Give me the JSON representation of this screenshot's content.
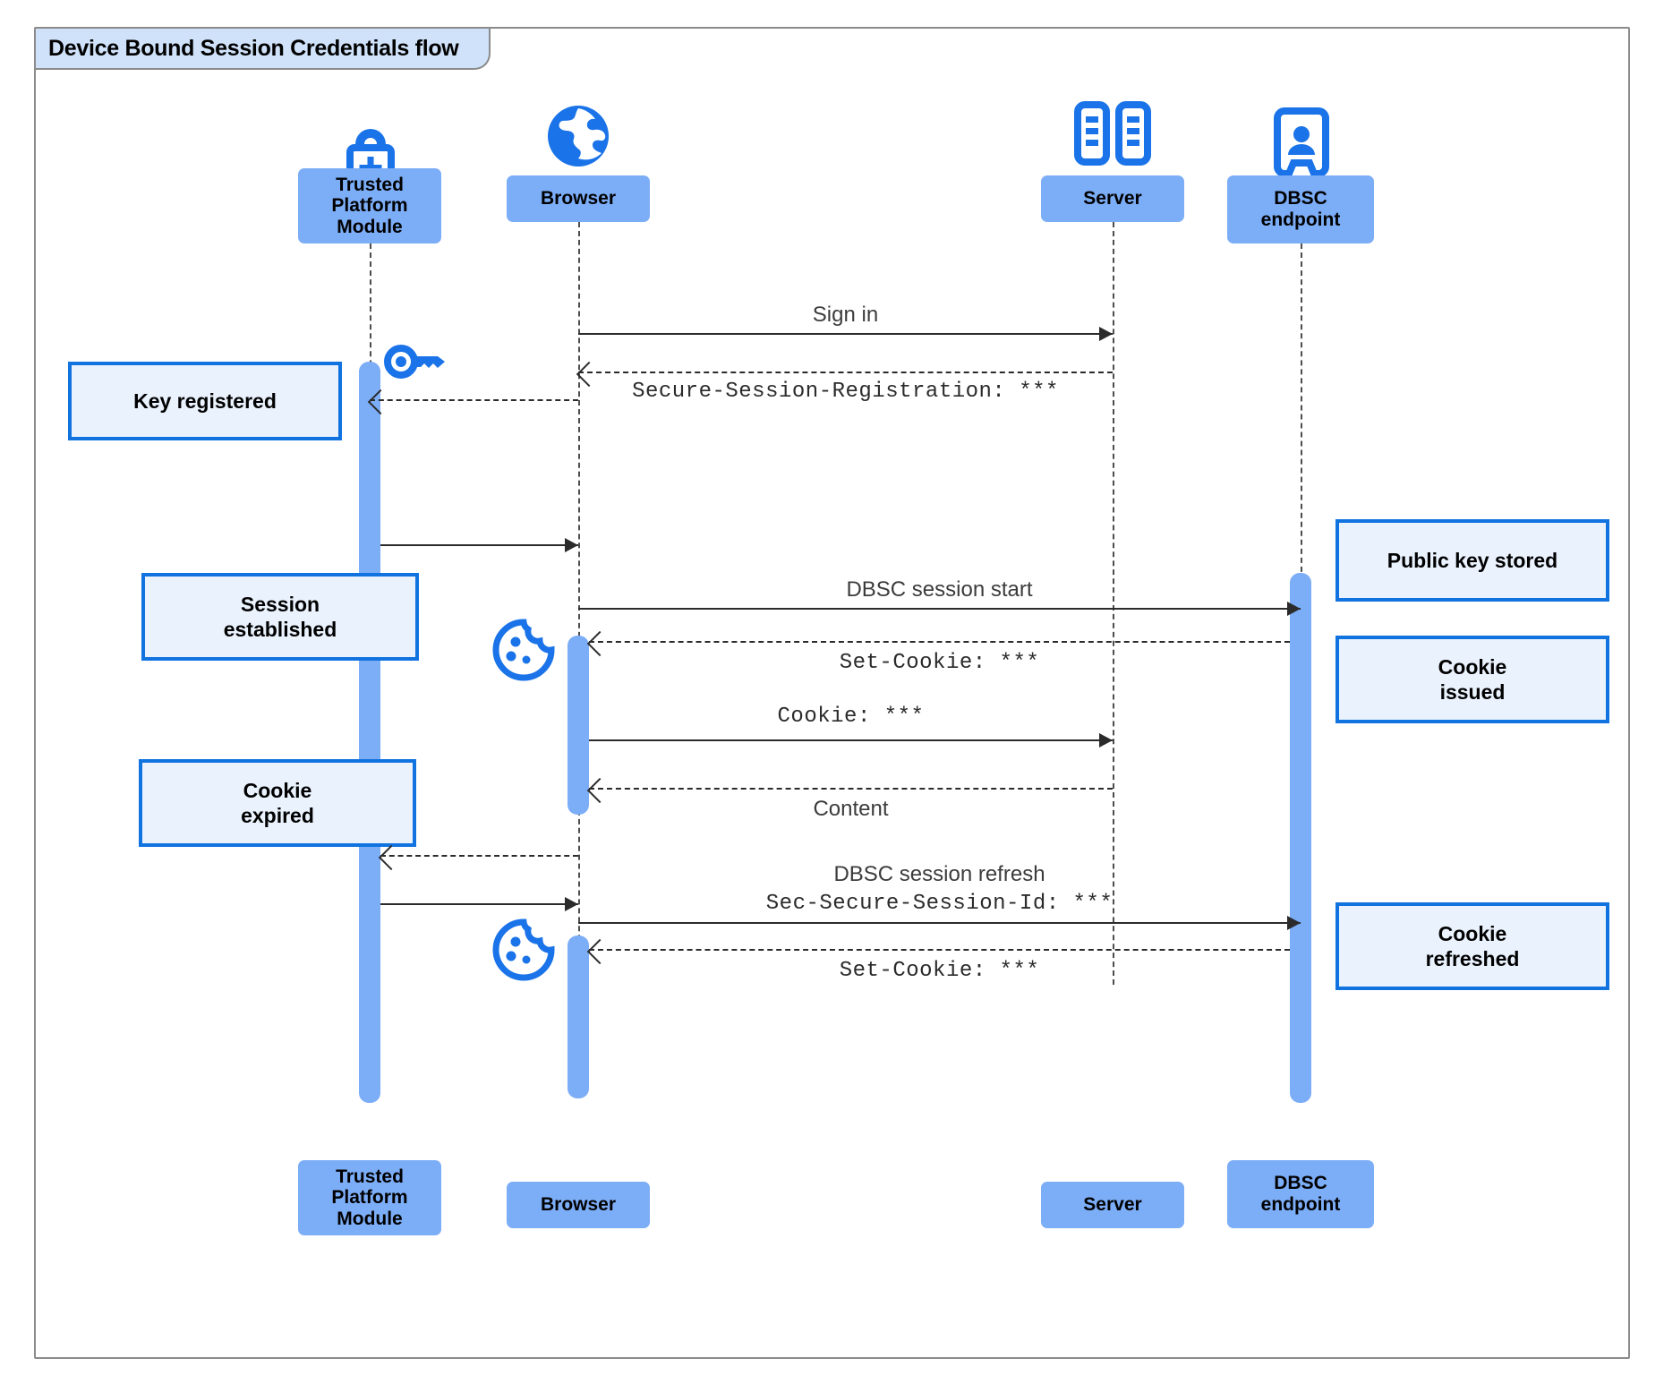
{
  "diagram": {
    "title": "Device Bound Session Credentials flow",
    "type": "uml-sequence-diagram",
    "colors": {
      "participant_fill": "#7cadf7",
      "note_fill": "#eaf2fd",
      "note_border": "#1173e0",
      "icon_blue": "#1a73e8",
      "activation_fill": "#7cadf7",
      "frame_border": "#8b8b8b",
      "title_fill": "#cfe2f9",
      "line": "#2b2b2b"
    }
  },
  "participants": [
    {
      "id": "tpm",
      "label": "Trusted\nPlatform\nModule",
      "icon": "lock-plus-icon"
    },
    {
      "id": "browser",
      "label": "Browser",
      "icon": "globe-icon"
    },
    {
      "id": "server",
      "label": "Server",
      "icon": "server-rack-icon"
    },
    {
      "id": "dbsc",
      "label": "DBSC\nendpoint",
      "icon": "id-badge-icon"
    }
  ],
  "footer_participants": [
    {
      "id": "tpm",
      "label": "Trusted\nPlatform\nModule"
    },
    {
      "id": "browser",
      "label": "Browser"
    },
    {
      "id": "server",
      "label": "Server"
    },
    {
      "id": "dbsc",
      "label": "DBSC\nendpoint"
    }
  ],
  "messages": [
    {
      "id": "m1",
      "label": "Sign in",
      "mono": false,
      "from": "browser",
      "to": "server",
      "style": "solid"
    },
    {
      "id": "m2",
      "label": "Secure-Session-Registration: ***",
      "mono": true,
      "from": "server",
      "to": "browser",
      "style": "dashed"
    },
    {
      "id": "m3",
      "label": "",
      "mono": false,
      "from": "tpm",
      "to": "browser",
      "style": "solid"
    },
    {
      "id": "m4",
      "label": "DBSC session start",
      "mono": false,
      "from": "browser",
      "to": "dbsc",
      "style": "solid"
    },
    {
      "id": "m5",
      "label": "Set-Cookie: ***",
      "mono": true,
      "from": "dbsc",
      "to": "browser",
      "style": "dashed"
    },
    {
      "id": "m6",
      "label": "Cookie: ***",
      "mono": true,
      "from": "browser",
      "to": "server",
      "style": "solid"
    },
    {
      "id": "m7",
      "label": "Content",
      "mono": false,
      "from": "server",
      "to": "browser",
      "style": "dashed"
    },
    {
      "id": "m8",
      "label": "",
      "mono": false,
      "from": "browser",
      "to": "tpm",
      "style": "dashed"
    },
    {
      "id": "m9",
      "label": "DBSC session refresh",
      "mono": false,
      "from": "tpm",
      "to": "browser",
      "style": "solid"
    },
    {
      "id": "m10",
      "label": "Sec-Secure-Session-Id: ***",
      "mono": true,
      "from": "browser",
      "to": "dbsc",
      "style": "solid"
    },
    {
      "id": "m11",
      "label": "Set-Cookie: ***",
      "mono": true,
      "from": "dbsc",
      "to": "browser",
      "style": "dashed"
    }
  ],
  "notes": [
    {
      "id": "n1",
      "text": "Key registered",
      "side": "left"
    },
    {
      "id": "n2",
      "text": "Session\nestablished",
      "side": "left"
    },
    {
      "id": "n3",
      "text": "Cookie\nexpired",
      "side": "left"
    },
    {
      "id": "n4",
      "text": "Public key stored",
      "side": "right"
    },
    {
      "id": "n5",
      "text": "Cookie\nissued",
      "side": "right"
    },
    {
      "id": "n6",
      "text": "Cookie\nrefreshed",
      "side": "right"
    }
  ],
  "inline_icons": [
    {
      "id": "key1",
      "name": "key-icon",
      "near": "tpm"
    },
    {
      "id": "cookie1",
      "name": "cookie-icon",
      "near": "browser"
    },
    {
      "id": "cookie2",
      "name": "cookie-icon",
      "near": "browser"
    }
  ]
}
